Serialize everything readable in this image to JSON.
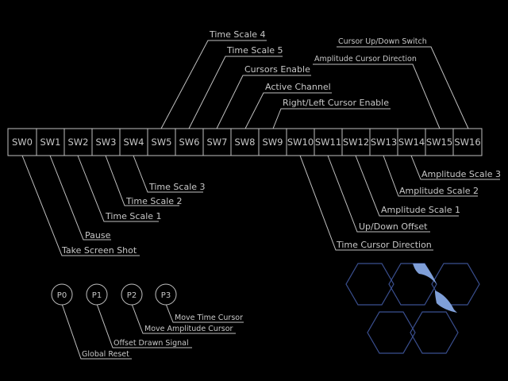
{
  "switches": [
    "SW0",
    "SW1",
    "SW2",
    "SW3",
    "SW4",
    "SW5",
    "SW6",
    "SW7",
    "SW8",
    "SW9",
    "SW10",
    "SW11",
    "SW12",
    "SW13",
    "SW14",
    "SW15",
    "SW16"
  ],
  "top_labels": {
    "sw5": "Time Scale 4",
    "sw6": "Time Scale 5",
    "sw7": "Cursors Enable",
    "sw8": "Active Channel",
    "sw9": "Right/Left Cursor Enable",
    "sw15": "Amplitude Cursor Direction",
    "sw16": "Cursor Up/Down Switch"
  },
  "bottom_labels": {
    "sw0": "Take Screen Shot",
    "sw1": "Pause",
    "sw2": "Time Scale 1",
    "sw3": "Time Scale 2",
    "sw4": "Time Scale 3",
    "sw10": "Time Cursor Direction",
    "sw11": "Up/Down Offset",
    "sw12": "Amplitude Scale 1",
    "sw13": "Amplitude Scale 2",
    "sw14": "Amplitude Scale 3"
  },
  "pins": [
    "P0",
    "P1",
    "P2",
    "P3"
  ],
  "pin_labels": {
    "p0": "Global Reset",
    "p1": "Offset Drawn Signal",
    "p2": "Move Amplitude Cursor",
    "p3": "Move Time Cursor"
  },
  "colors": {
    "background": "#000000",
    "line": "#c0c0c0",
    "text": "#c8c8c8",
    "hex_outline": "#3a4f8f",
    "hex_accent": "#7f9fd8"
  },
  "logo": {
    "icon": "hexagon-cluster-logo"
  }
}
